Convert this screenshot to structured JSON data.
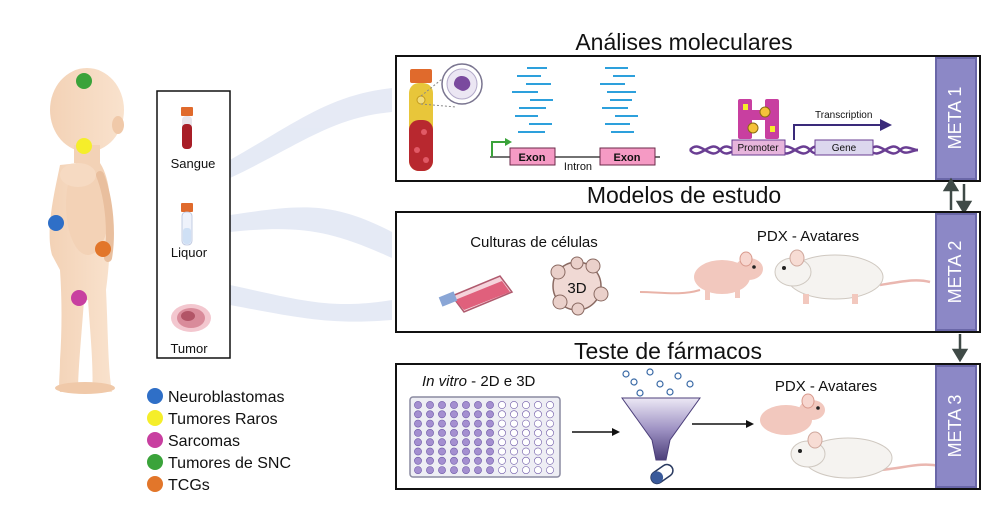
{
  "samples": {
    "items": [
      {
        "label": "Sangue"
      },
      {
        "label": "Liquor"
      },
      {
        "label": "Tumor"
      }
    ]
  },
  "legend": [
    {
      "label": "Neuroblastomas",
      "color": "#2f6fc7"
    },
    {
      "label": "Tumores Raros",
      "color": "#f5ee2a"
    },
    {
      "label": "Sarcomas",
      "color": "#c83fa0"
    },
    {
      "label": "Tumores de SNC",
      "color": "#3aa33a"
    },
    {
      "label": "TCGs",
      "color": "#e2762a"
    }
  ],
  "sections": {
    "molecular": {
      "title": "Análises moleculares",
      "exon1": "Exon",
      "intron": "Intron",
      "exon2": "Exon",
      "promoter": "Promoter",
      "gene": "Gene",
      "transcription": "Transcription",
      "meta": "META 1"
    },
    "models": {
      "title": "Modelos de estudo",
      "cultures": "Culturas de células",
      "spheroid": "3D",
      "pdx": "PDX - Avatares",
      "meta": "META 2"
    },
    "drugs": {
      "title": "Teste de fármacos",
      "invitro_italic": "In vitro",
      "invitro_rest": " - 2D e 3D",
      "pdx": "PDX - Avatares",
      "meta": "META 3"
    }
  },
  "colors": {
    "meta_fill": "#8c88c6",
    "meta_border": "#6a67a8",
    "exon_fill": "#f59ac4",
    "dna": "#6a3e93"
  }
}
